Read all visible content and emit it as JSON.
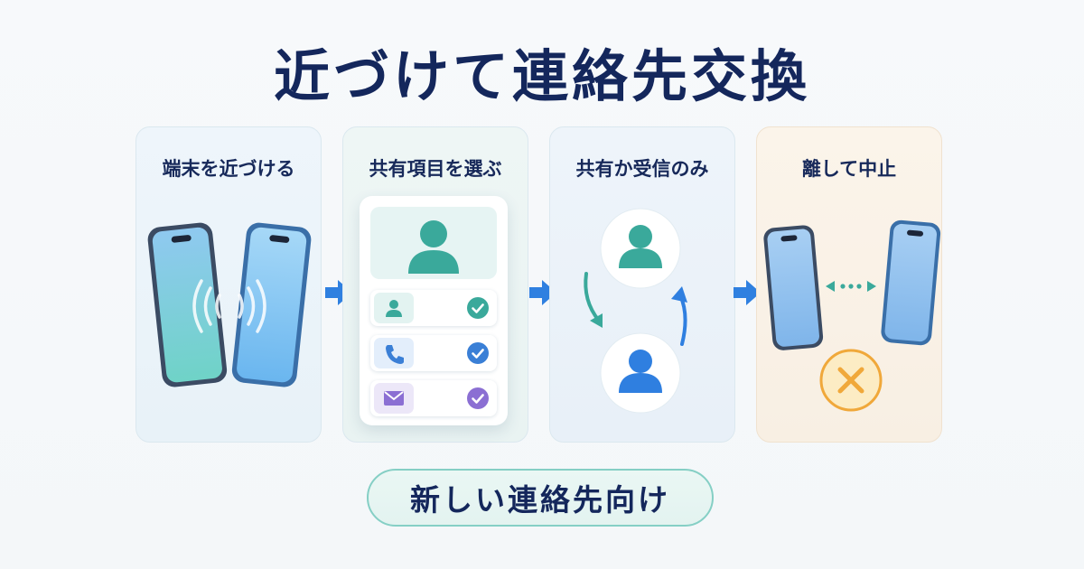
{
  "title": "近づけて連絡先交換",
  "steps": [
    {
      "label": "端末を近づける"
    },
    {
      "label": "共有項目を選ぶ"
    },
    {
      "label": "共有か受信のみ"
    },
    {
      "label": "離して中止"
    }
  ],
  "share_items": [
    {
      "icon": "contact-icon",
      "color": "#3aa99b"
    },
    {
      "icon": "phone-icon",
      "color": "#3a7fd6"
    },
    {
      "icon": "mail-icon",
      "color": "#8b6fd3"
    }
  ],
  "footer": {
    "label": "新しい連絡先向け"
  },
  "colors": {
    "navy": "#14275c",
    "teal": "#3aa99b",
    "blue": "#2f7fe0",
    "purple": "#8b6fd3",
    "orange": "#f0a83a"
  }
}
